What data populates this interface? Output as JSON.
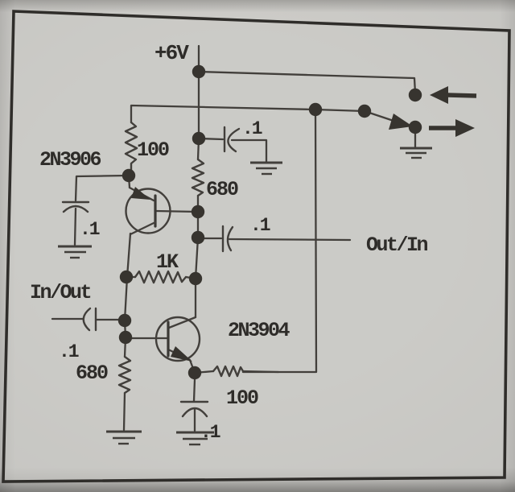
{
  "circuit": {
    "supply": {
      "label": "+6V"
    },
    "transistors": [
      {
        "ref": "2N3906"
      },
      {
        "ref": "2N3904"
      }
    ],
    "resistors": [
      {
        "id": "upper-emitter-resistor",
        "value": "100"
      },
      {
        "id": "upper-collector-resistor",
        "value": "680"
      },
      {
        "id": "feedback-resistor",
        "value": "1K"
      },
      {
        "id": "lower-base-resistor",
        "value": "680"
      },
      {
        "id": "lower-emitter-resistor",
        "value": "100"
      }
    ],
    "capacitors": [
      {
        "id": "supply-bypass-cap",
        "value": ".1"
      },
      {
        "id": "output-coupling-cap",
        "value": ".1"
      },
      {
        "id": "pnp-base-bypass-cap",
        "value": ".1"
      },
      {
        "id": "input-coupling-cap",
        "value": ".1"
      },
      {
        "id": "npn-emitter-bypass-cap",
        "value": ".1"
      }
    ],
    "ports": [
      {
        "label": "In/Out"
      },
      {
        "label": "Out/In"
      }
    ],
    "colors": {
      "ink": "#423f3b",
      "text": "#2e2c29",
      "paper": "#c9c8c5"
    }
  }
}
